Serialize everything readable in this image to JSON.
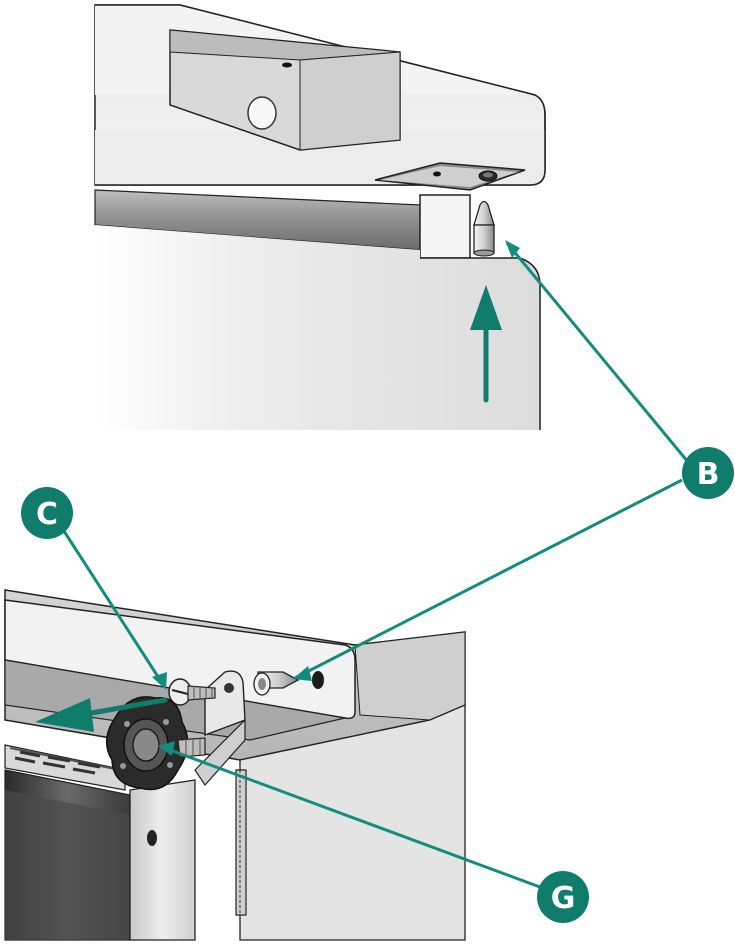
{
  "colors": {
    "callout": "#0f7c6c",
    "leader": "#128c7e",
    "outline": "#222222"
  },
  "callouts": {
    "B": "B",
    "C": "C",
    "G": "G"
  }
}
